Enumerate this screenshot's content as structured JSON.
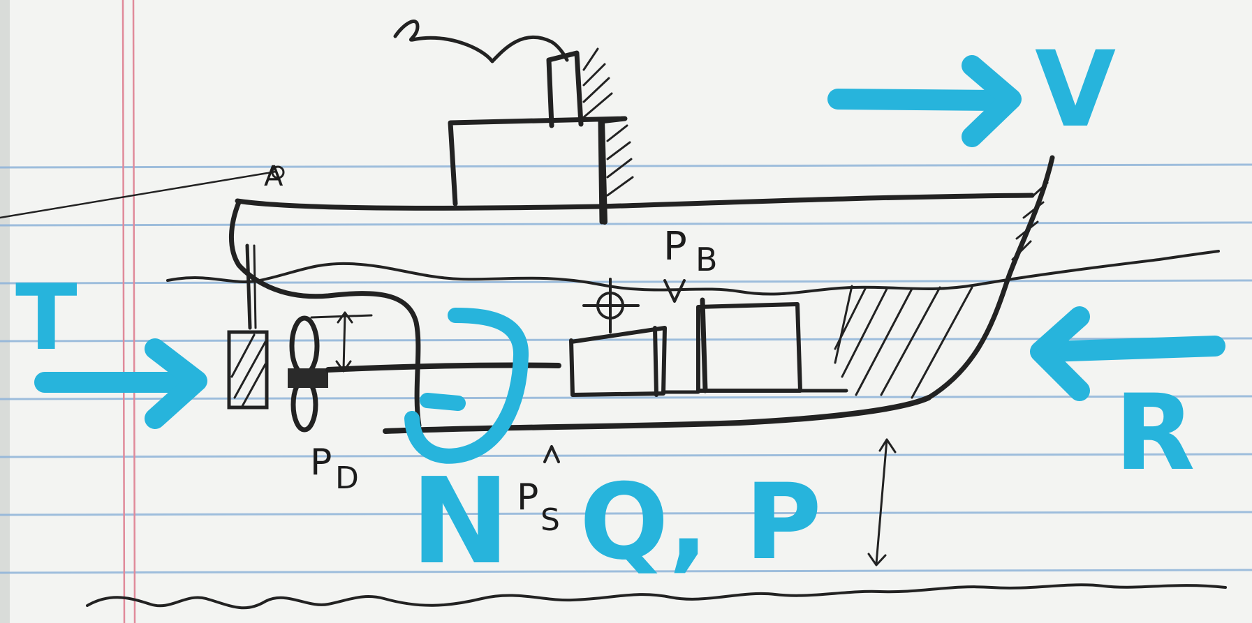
{
  "labels": {
    "point_a": "A",
    "p_b_main": "P",
    "p_b_sub": "B",
    "p_d_main": "P",
    "p_d_sub": "D",
    "p_s_main": "P",
    "p_s_sub": "S",
    "velocity": "V",
    "thrust": "T",
    "resistance": "R",
    "speed_n": "N",
    "torque_power": "Q, P"
  },
  "colors": {
    "paper": "#f3f4f2",
    "rule_blue": "#8fb4d9",
    "margin_red": "#e08a9a",
    "ink": "#222222",
    "highlighter": "#27b4dc"
  }
}
